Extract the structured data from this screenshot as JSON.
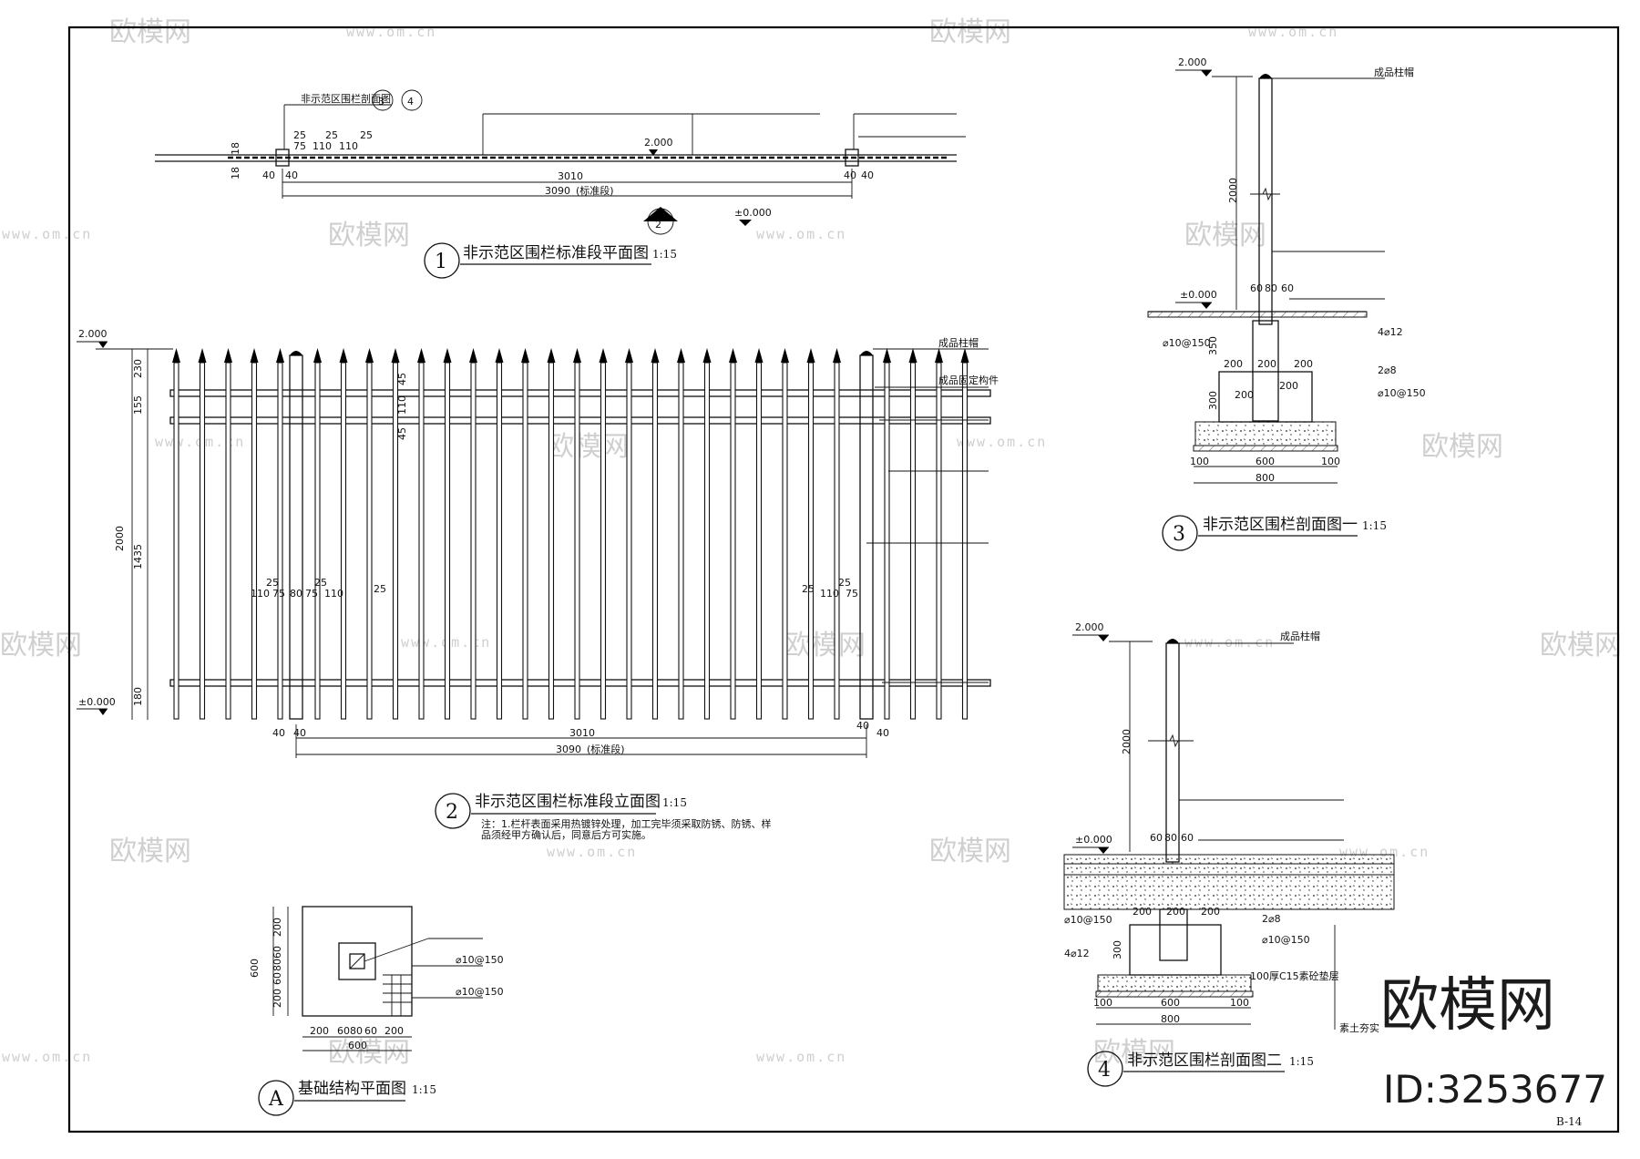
{
  "watermark": {
    "brand": "欧模网",
    "url": "www.om.cn"
  },
  "logo": {
    "text": "欧模网",
    "id": "ID:3253677"
  },
  "sheet_no": "B-14",
  "levels": {
    "top": "2.000",
    "ground": "±0.000"
  },
  "plan": {
    "title": "非示范区围栏标准段平面图",
    "scale": "1:15",
    "number": "1",
    "ref_section_mark": "2",
    "callout_refs": "非示范区围栏剖面图",
    "ref_3": "3",
    "ref_4": "4",
    "dims": {
      "d18a": "18",
      "d18b": "18",
      "d25a": "25",
      "d75": "75",
      "d110a": "110",
      "d25b": "25",
      "d110b": "110",
      "d25c": "25",
      "d40a": "40",
      "d40b": "40",
      "d40c": "40",
      "d40d": "40",
      "d3010": "3010",
      "d3090": "3090"
    },
    "std": "(标准段)"
  },
  "elevation": {
    "title": "非示范区围栏标准段立面图",
    "scale": "1:15",
    "number": "2",
    "vdims": {
      "d230": "230",
      "d155": "155",
      "d1435": "1435",
      "d180": "180",
      "d2000": "2000",
      "d45a": "45",
      "d110": "110",
      "d45b": "45"
    },
    "hdims": {
      "a25": "25",
      "a110": "110",
      "a75": "75",
      "a80": "80",
      "b75": "75",
      "b25": "25",
      "b110": "110",
      "b25b": "25",
      "c25": "25",
      "c110": "110",
      "c75": "75",
      "c25b": "25"
    },
    "bottom": {
      "d40a": "40",
      "d40b": "40",
      "d3010": "3010",
      "d40c": "40",
      "d40d": "40",
      "d3090": "3090",
      "std": "(标准段)"
    },
    "labels": {
      "cap": "成品柱帽",
      "fix": "成品固定构件"
    },
    "note_line1": "注：1.栏杆表面采用热镀锌处理，加工完毕须采取防锈、防锈、样",
    "note_line2": "品须经甲方确认后，同意后方可实施。"
  },
  "section3": {
    "title": "非示范区围栏剖面图一",
    "scale": "1:15",
    "number": "3",
    "labels": {
      "cap": "成品柱帽",
      "rebar_a": "4⌀12",
      "rebar_b": "2⌀8",
      "rebar_c": "⌀10@150"
    },
    "dims": {
      "d2000": "2000",
      "d350": "350",
      "d300": "300",
      "d60a": "60",
      "d80": "80",
      "d60b": "60",
      "d200a": "200",
      "d200b": "200",
      "d200c": "200",
      "d200d": "200",
      "d200e": "200",
      "d100a": "100",
      "d600": "600",
      "d100b": "100",
      "d800": "800"
    }
  },
  "section4": {
    "title": "非示范区围栏剖面图二",
    "scale": "1:15",
    "number": "4",
    "labels": {
      "cap": "成品柱帽",
      "rebar_a": "4⌀12",
      "rebar_b": "2⌀8",
      "rebar_c": "⌀10@150"
    },
    "dims": {
      "d2000": "2000",
      "d300": "300",
      "d60a": "60",
      "d80": "80",
      "d60b": "60",
      "d200a": "200",
      "d200b": "200",
      "d200c": "200",
      "d100a": "100",
      "d600": "600",
      "d100b": "100",
      "d800": "800"
    },
    "layers": [
      "100厚C15素砼垫层",
      "素土夯实"
    ]
  },
  "foundation": {
    "title": "基础结构平面图",
    "scale": "1:15",
    "number": "A",
    "labels": {
      "rebar_a": "⌀10@150",
      "rebar_b": "⌀10@150"
    },
    "vdims": {
      "d600": "600",
      "d200a": "200",
      "d60a": "60",
      "d80": "80",
      "d60b": "60",
      "d200b": "200"
    },
    "hdims": {
      "d200a": "200",
      "d60a": "60",
      "d80": "80",
      "d60b": "60",
      "d200b": "200",
      "d600": "600"
    }
  }
}
